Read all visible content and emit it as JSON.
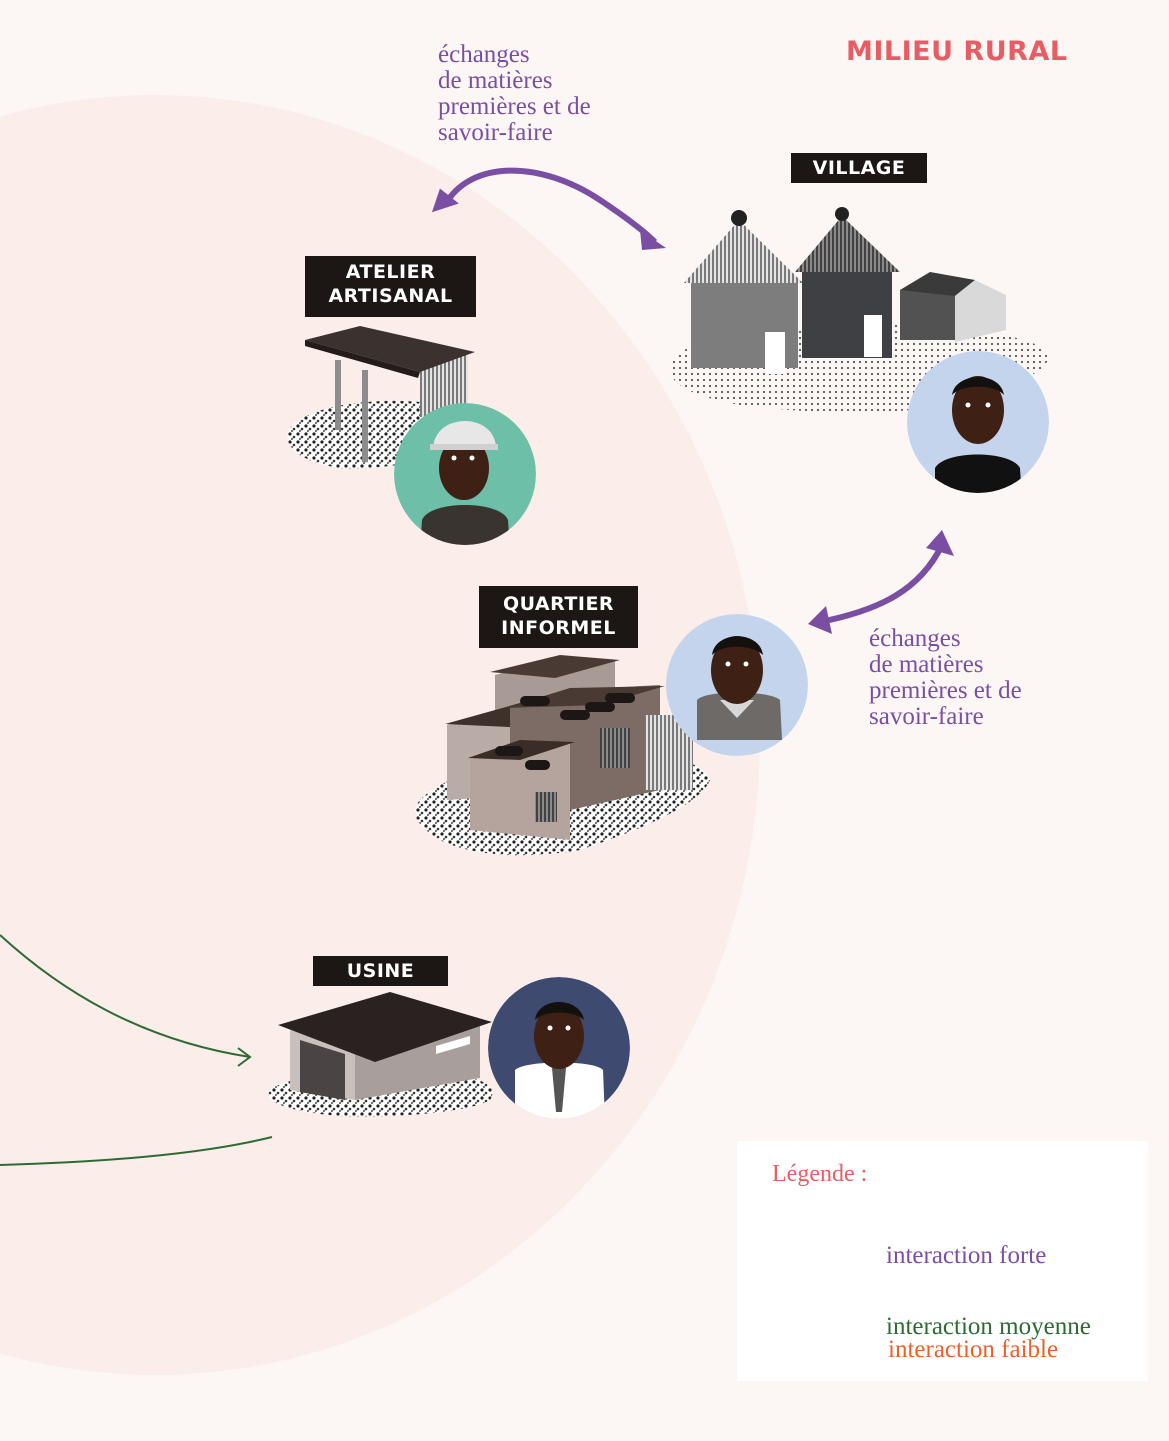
{
  "title": "MILIEU RURAL",
  "nodes": {
    "village": {
      "label": "VILLAGE"
    },
    "atelier": {
      "label_line1": "ATELIER",
      "label_line2": "ARTISANAL"
    },
    "quartier": {
      "label_line1": "QUARTIER",
      "label_line2": "INFORMEL"
    },
    "usine": {
      "label": "USINE"
    }
  },
  "annotations": {
    "top": [
      "échanges",
      "de matières",
      "premières et de",
      "savoir-faire"
    ],
    "right": [
      "échanges",
      "de matières",
      "premières et de",
      "savoir-faire"
    ]
  },
  "legend": {
    "title": "Légende :",
    "items": [
      {
        "label": "interaction forte",
        "color": "#7a4fa3"
      },
      {
        "label": "interaction moyenne",
        "color": "#2e6b34"
      },
      {
        "label": "interaction faible",
        "color": "#e8602e"
      }
    ]
  },
  "colors": {
    "strong": "#7a4fa3",
    "medium": "#2e6b34",
    "weak": "#e8602e",
    "accent": "#e85d64"
  }
}
